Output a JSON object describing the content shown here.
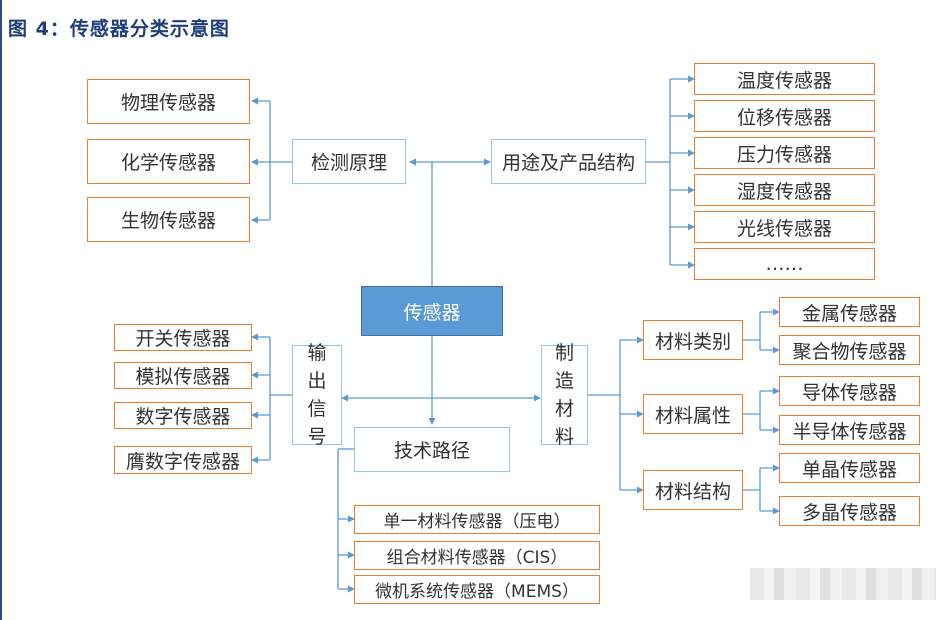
{
  "figure": {
    "title": "图 4：传感器分类示意图"
  },
  "center": "传感器",
  "detection": {
    "label": "检测原理",
    "items": [
      "物理传感器",
      "化学传感器",
      "生物传感器"
    ]
  },
  "usage": {
    "label": "用途及产品结构",
    "items": [
      "温度传感器",
      "位移传感器",
      "压力传感器",
      "湿度传感器",
      "光线传感器",
      "……"
    ]
  },
  "output": {
    "label": [
      "输",
      "出",
      "信",
      "号"
    ],
    "items": [
      "开关传感器",
      "模拟传感器",
      "数字传感器",
      "膺数字传感器"
    ]
  },
  "technology": {
    "label": "技术路径",
    "items": [
      "单一材料传感器（压电）",
      "组合材料传感器（CIS）",
      "微机系统传感器（MEMS）"
    ]
  },
  "material": {
    "label": [
      "制",
      "造",
      "材",
      "料"
    ],
    "groups": [
      {
        "label": "材料类别",
        "items": [
          "金属传感器",
          "聚合物传感器"
        ]
      },
      {
        "label": "材料属性",
        "items": [
          "导体传感器",
          "半导体传感器"
        ]
      },
      {
        "label": "材料结构",
        "items": [
          "单晶传感器",
          "多晶传感器"
        ]
      }
    ]
  },
  "colors": {
    "orange": "#ed7d31",
    "blue_border": "#9dc3e6",
    "center_fill": "#5b9bd5",
    "arrow": "#5b9bd5",
    "title": "#1f3d7a"
  }
}
